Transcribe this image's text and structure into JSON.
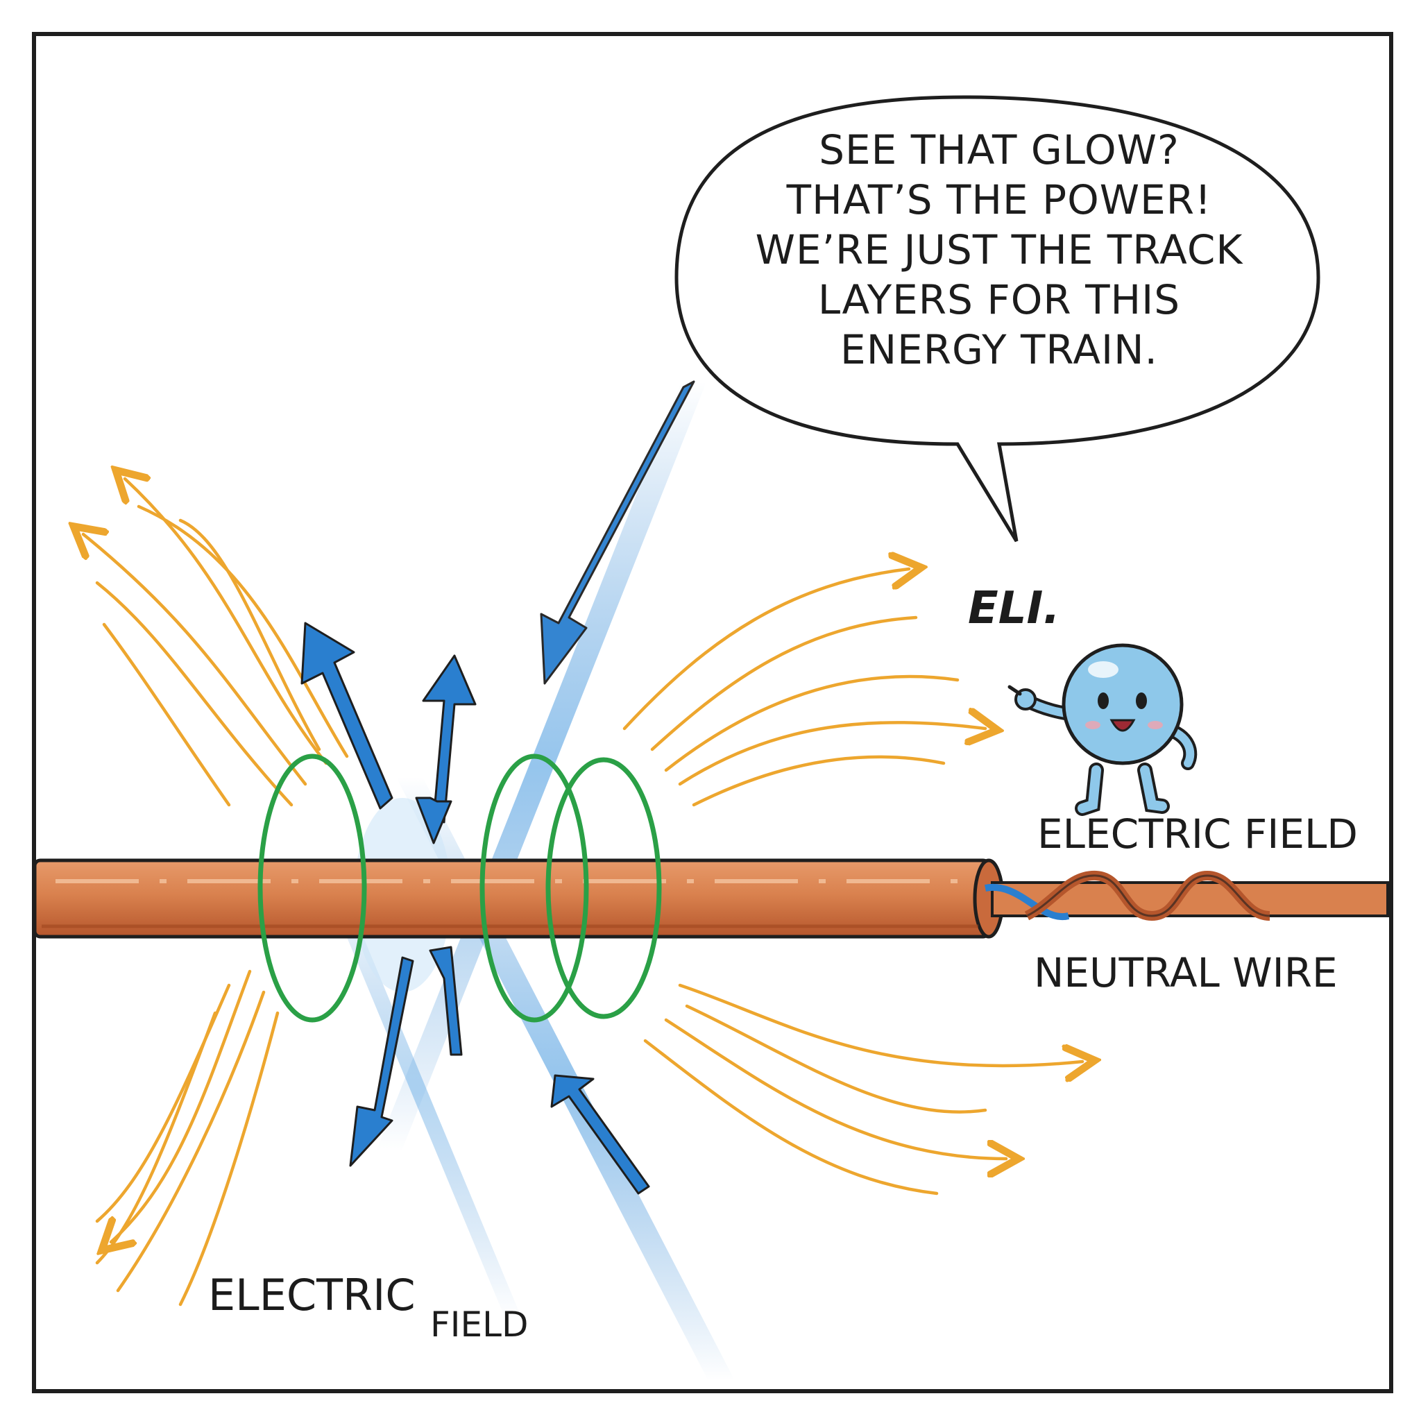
{
  "speech_bubble": {
    "lines": [
      "SEE THAT GLOW?",
      "THAT’S THE POWER!",
      "WE’RE JUST THE TRACK",
      "LAYERS FOR THIS",
      "ENERGY TRAIN."
    ]
  },
  "character": {
    "name": "ELI."
  },
  "labels": {
    "electric_field_right": "ELECTRIC FIELD",
    "neutral_wire": "NEUTRAL WIRE",
    "electric_field_left_line1": "ELECTRIC",
    "electric_field_left_line2": "FIELD"
  },
  "colors": {
    "wire_copper": "#d9814e",
    "wire_dark": "#b5562c",
    "magnetic_loops": "#2aa046",
    "energy_arrows": "#eda62e",
    "field_arrows": "#2a7fcf",
    "character_body": "#8ec8ea",
    "outline": "#1e1e1e"
  }
}
